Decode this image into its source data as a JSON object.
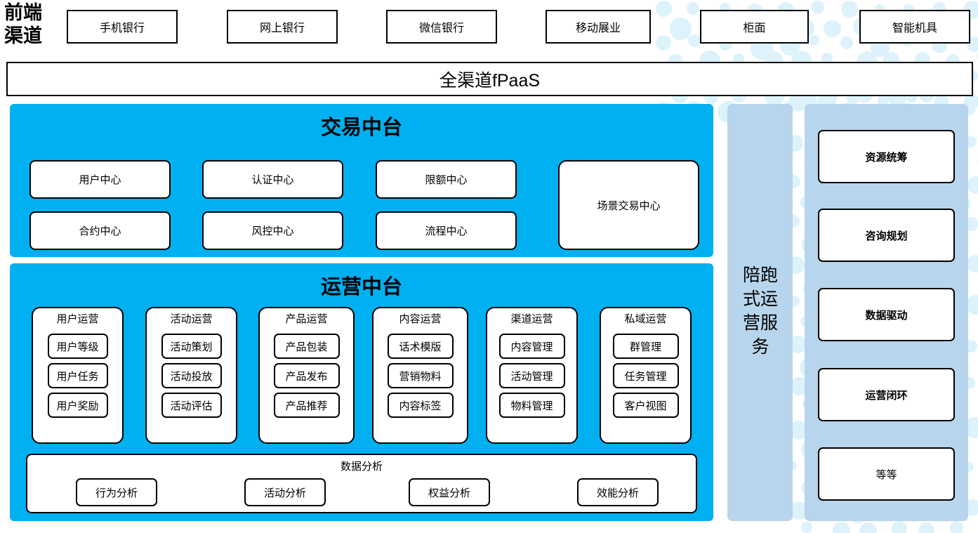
{
  "colors": {
    "cyan_panel": "#00b0f0",
    "light_blue_panel": "#b7d5ec",
    "dot": "#ddf2fb",
    "box_border": "#000000",
    "box_fill": "#ffffff"
  },
  "front_channel": {
    "label": "前端\n渠道",
    "label_line1": "前端",
    "label_line2": "渠道",
    "items": [
      {
        "label": "手机银行"
      },
      {
        "label": "网上银行"
      },
      {
        "label": "微信银行"
      },
      {
        "label": "移动展业"
      },
      {
        "label": "柜面"
      },
      {
        "label": "智能机具"
      }
    ]
  },
  "platform_bar": {
    "label": "全渠道fPaaS"
  },
  "trade_center": {
    "title": "交易中台",
    "boxes": [
      {
        "label": "用户中心"
      },
      {
        "label": "认证中心"
      },
      {
        "label": "限额中心"
      },
      {
        "label": "合约中心"
      },
      {
        "label": "风控中心"
      },
      {
        "label": "流程中心"
      }
    ],
    "scene_box": {
      "label": "场景交易中心"
    }
  },
  "ops_center": {
    "title": "运营中台",
    "columns": [
      {
        "title": "用户运营",
        "items": [
          "用户等级",
          "用户任务",
          "用户奖励"
        ]
      },
      {
        "title": "活动运营",
        "items": [
          "活动策划",
          "活动投放",
          "活动评估"
        ]
      },
      {
        "title": "产品运营",
        "items": [
          "产品包装",
          "产品发布",
          "产品推荐"
        ]
      },
      {
        "title": "内容运营",
        "items": [
          "话术模版",
          "营销物料",
          "内容标签"
        ]
      },
      {
        "title": "渠道运营",
        "items": [
          "内容管理",
          "活动管理",
          "物料管理"
        ]
      },
      {
        "title": "私域运营",
        "items": [
          "群管理",
          "任务管理",
          "客户视图"
        ]
      }
    ],
    "data_analysis": {
      "title": "数据分析",
      "items": [
        "行为分析",
        "活动分析",
        "权益分析",
        "效能分析"
      ]
    }
  },
  "service_column": {
    "label": "陪跑式运营服务",
    "line1": "陪跑",
    "line2": "式运",
    "line3": "营服",
    "line4": "务"
  },
  "right_column": {
    "items": [
      {
        "label": "资源统筹",
        "bold": true
      },
      {
        "label": "咨询规划",
        "bold": true
      },
      {
        "label": "数据驱动",
        "bold": true
      },
      {
        "label": "运营闭环",
        "bold": true
      },
      {
        "label": "等等",
        "bold": false
      }
    ]
  }
}
